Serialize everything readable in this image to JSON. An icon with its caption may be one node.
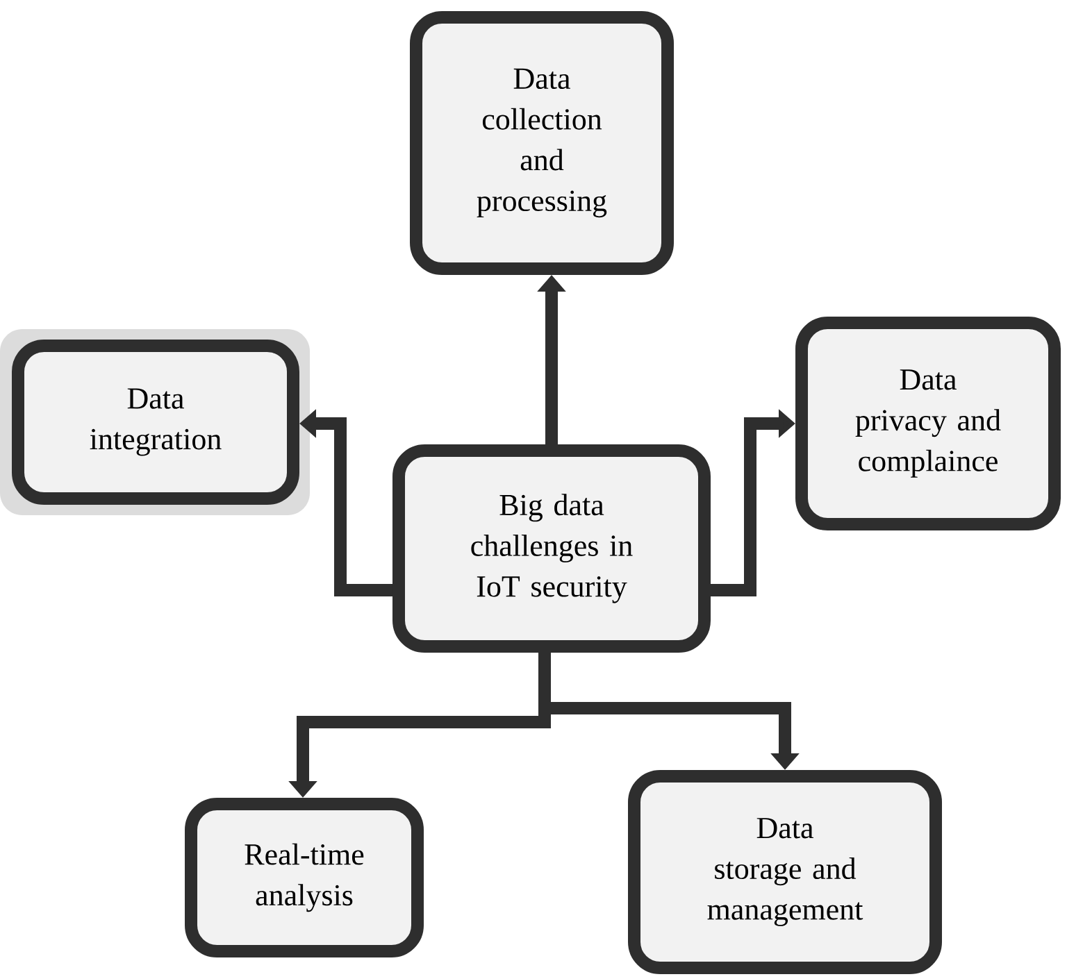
{
  "diagram": {
    "nodes": [
      {
        "text": [
          "Big data challenges in IoT security"
        ]
      },
      {
        "text": [
          "Data collection and processing"
        ]
      },
      {
        "text": [
          "Data integration"
        ]
      },
      {
        "text": [
          "Data privacy and complaince"
        ]
      },
      {
        "text": [
          "Real-time analysis"
        ]
      },
      {
        "text": [
          "Data storage and management"
        ]
      }
    ],
    "edges": [
      {
        "from": 0,
        "to": 1,
        "arrow": "to"
      },
      {
        "from": 0,
        "to": 2,
        "arrow": "to"
      },
      {
        "from": 0,
        "to": 3,
        "arrow": "to"
      },
      {
        "from": 0,
        "to": 4,
        "arrow": "to"
      },
      {
        "from": 0,
        "to": 5,
        "arrow": "to"
      }
    ]
  }
}
